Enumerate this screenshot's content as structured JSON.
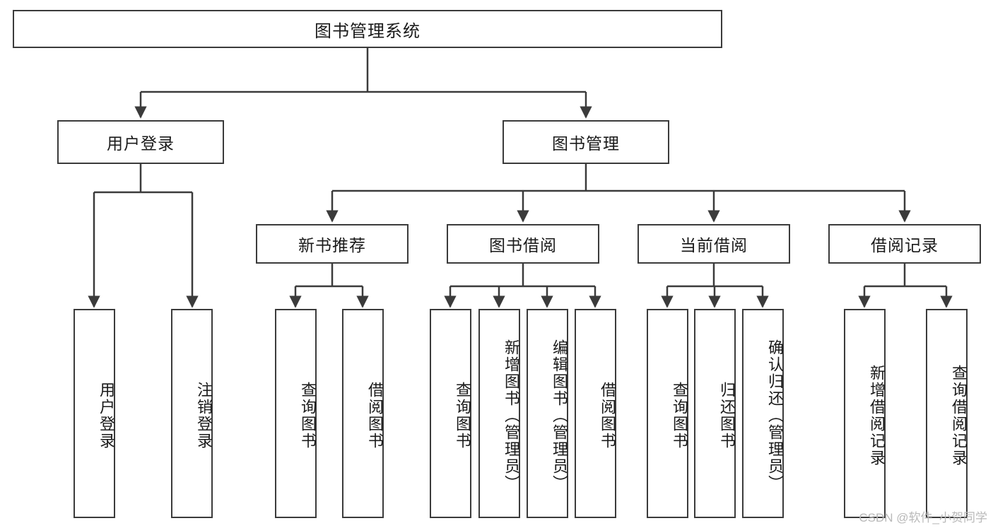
{
  "diagram": {
    "title": "图书管理系统",
    "type": "hierarchy-tree",
    "levels": 4,
    "colors": {
      "stroke": "#3b3b3b",
      "fill": "#ffffff",
      "text": "#1a1a1a",
      "watermark": "#b9b9b9"
    },
    "root": {
      "label": "图书管理系统"
    },
    "level2": [
      {
        "id": "user-login",
        "label": "用户登录"
      },
      {
        "id": "book-management",
        "label": "图书管理"
      }
    ],
    "level3": [
      {
        "id": "new-book-recommend",
        "label": "新书推荐"
      },
      {
        "id": "book-borrow",
        "label": "图书借阅"
      },
      {
        "id": "current-borrow",
        "label": "当前借阅"
      },
      {
        "id": "borrow-record",
        "label": "借阅记录"
      }
    ],
    "leaves": [
      {
        "id": "leaf-user-login",
        "label": "用户登录",
        "parent": "user-login"
      },
      {
        "id": "leaf-logout-login",
        "label": "注销登录",
        "parent": "user-login"
      },
      {
        "id": "leaf-query-book-1",
        "label": "查询图书",
        "parent": "new-book-recommend"
      },
      {
        "id": "leaf-borrow-book-1",
        "label": "借阅图书",
        "parent": "new-book-recommend"
      },
      {
        "id": "leaf-query-book-2",
        "label": "查询图书",
        "parent": "book-borrow"
      },
      {
        "id": "leaf-add-book",
        "label": "新增图书（管理员）",
        "parent": "book-borrow"
      },
      {
        "id": "leaf-edit-book",
        "label": "编辑图书（管理员）",
        "parent": "book-borrow"
      },
      {
        "id": "leaf-borrow-book-2",
        "label": "借阅图书",
        "parent": "book-borrow"
      },
      {
        "id": "leaf-query-book-3",
        "label": "查询图书",
        "parent": "current-borrow"
      },
      {
        "id": "leaf-return-book",
        "label": "归还图书",
        "parent": "current-borrow"
      },
      {
        "id": "leaf-confirm-return",
        "label": "确认归还（管理员）",
        "parent": "current-borrow"
      },
      {
        "id": "leaf-add-record",
        "label": "新增借阅记录",
        "parent": "borrow-record"
      },
      {
        "id": "leaf-query-record",
        "label": "查询借阅记录",
        "parent": "borrow-record"
      }
    ],
    "watermark": "CSDN @软件_小贺同学"
  }
}
